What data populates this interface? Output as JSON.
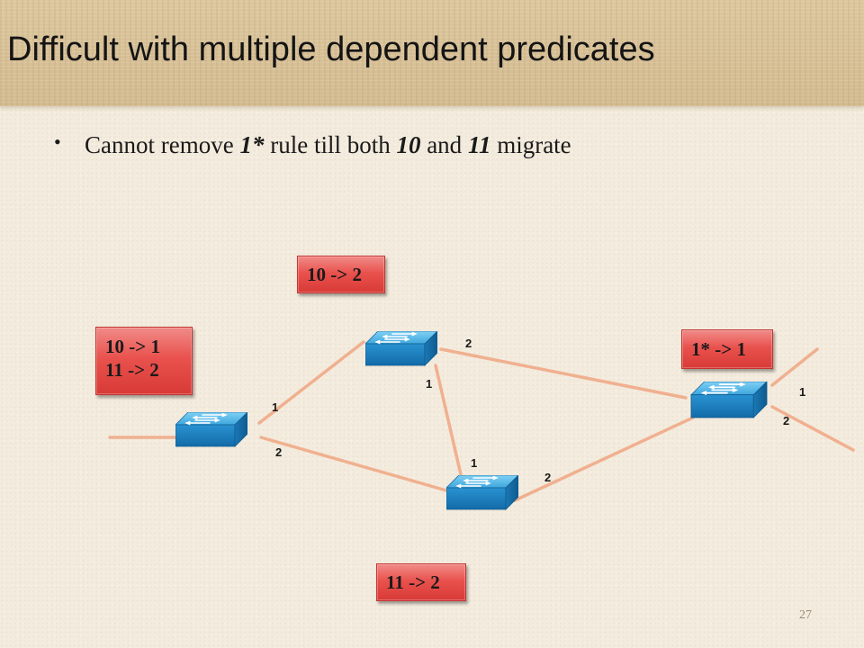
{
  "slide": {
    "title": "Difficult with multiple dependent predicates",
    "bullet": {
      "prefix": "Cannot remove ",
      "em1": "1*",
      "mid1": " rule till both ",
      "em2": "10",
      "mid2": " and ",
      "em3": "11",
      "suffix": " migrate"
    },
    "page_number": "27"
  },
  "rules": {
    "left": [
      "10 -> 1",
      "11 -> 2"
    ],
    "top": "10 -> 2",
    "right": "1* -> 1",
    "bottom": "11 -> 2"
  },
  "ports": {
    "left_1": "1",
    "left_2": "2",
    "top_1": "1",
    "top_2": "2",
    "bottom_1": "1",
    "bottom_2": "2",
    "right_1": "1",
    "right_2": "2"
  },
  "colors": {
    "link": "#f0b090",
    "switch_top": "#4fb5e6",
    "switch_side": "#1b7fc0",
    "rule_box": "#e9524e"
  }
}
